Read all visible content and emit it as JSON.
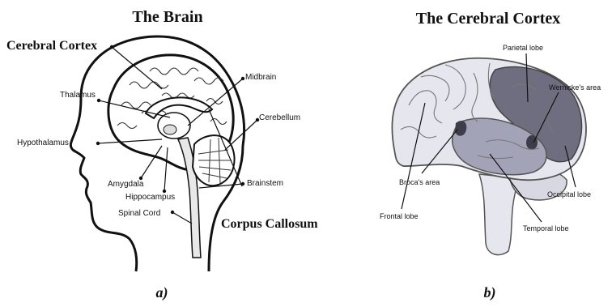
{
  "panel_a": {
    "title": "The Brain",
    "caption": "a)",
    "labels": {
      "cerebral_cortex": "Cerebral Cortex",
      "thalamus": "Thalamus",
      "midbrain": "Midbrain",
      "cerebellum": "Cerebellum",
      "hypothalamus": "Hypothalamus",
      "amygdala": "Amygdala",
      "hippocampus": "Hippocampus",
      "brainstem": "Brainstem",
      "spinal_cord": "Spinal Cord",
      "corpus_callosum": "Corpus Callosum"
    }
  },
  "panel_b": {
    "title": "The Cerebral Cortex",
    "caption": "b)",
    "labels": {
      "parietal_lobe": "Parietal lobe",
      "wernickes_area": "Wernicke's area",
      "brocas_area": "Broca's area",
      "frontal_lobe": "Frontal lobe",
      "occipital_lobe": "Occipital lobe",
      "temporal_lobe": "Temporal lobe"
    }
  },
  "colors": {
    "lobe_dark": "#6e6e80",
    "lobe_mid": "#a3a3b8",
    "lobe_light": "#e6e6ee"
  }
}
